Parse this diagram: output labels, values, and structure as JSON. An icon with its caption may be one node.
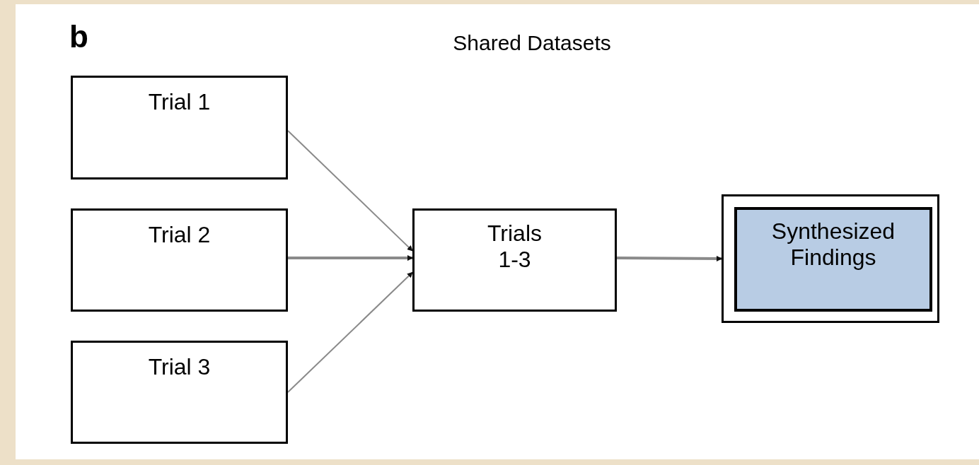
{
  "diagram": {
    "title": "Shared Datasets",
    "nodes": [
      {
        "text": [
          "Trial 1"
        ]
      },
      {
        "text": [
          "Trial 2"
        ]
      },
      {
        "text": [
          "Trial 3"
        ]
      },
      {
        "text": [
          "Trials 1-3"
        ]
      },
      {
        "text": [
          "Synthesized Findings"
        ]
      }
    ],
    "edges": [
      {
        "from": 0,
        "to": 3,
        "arrow": "to"
      },
      {
        "from": 1,
        "to": 3,
        "arrow": "to"
      },
      {
        "from": 2,
        "to": 3,
        "arrow": "to"
      },
      {
        "from": 3,
        "to": 4,
        "arrow": "to"
      }
    ],
    "labels": [
      "b"
    ]
  }
}
